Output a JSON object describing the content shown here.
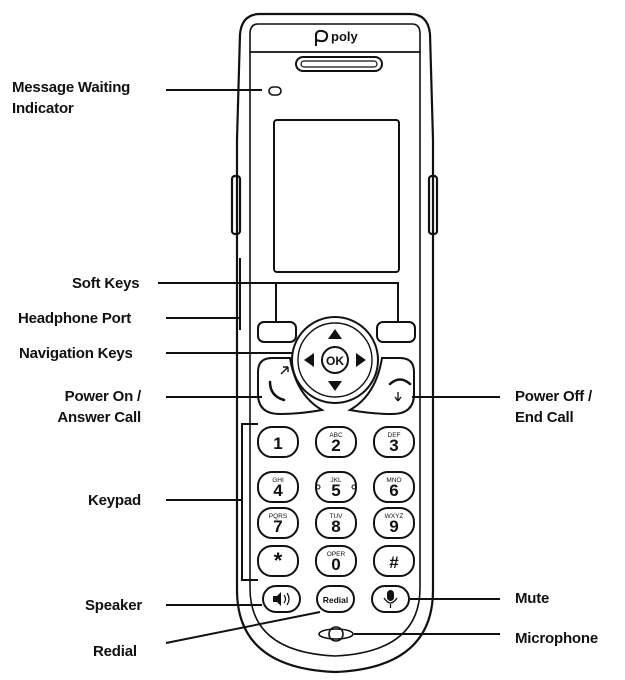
{
  "brand": {
    "name": "poly"
  },
  "callouts": {
    "message_waiting": [
      "Message Waiting",
      "Indicator"
    ],
    "soft_keys": [
      "Soft Keys"
    ],
    "headphone_port": [
      "Headphone Port"
    ],
    "navigation_keys": [
      "Navigation Keys"
    ],
    "power_on": [
      "Power On /",
      "Answer Call"
    ],
    "power_off": [
      "Power Off /",
      "End Call"
    ],
    "keypad": [
      "Keypad"
    ],
    "speaker": [
      "Speaker"
    ],
    "redial": [
      "Redial"
    ],
    "mute": [
      "Mute"
    ],
    "microphone": [
      "Microphone"
    ]
  },
  "nav": {
    "ok_label": "OK"
  },
  "keypad_keys": [
    {
      "digit": "1",
      "letters": ""
    },
    {
      "digit": "2",
      "letters": "ABC"
    },
    {
      "digit": "3",
      "letters": "DEF"
    },
    {
      "digit": "4",
      "letters": "GHI"
    },
    {
      "digit": "5",
      "letters": "JKL"
    },
    {
      "digit": "6",
      "letters": "MNO"
    },
    {
      "digit": "7",
      "letters": "PQRS"
    },
    {
      "digit": "8",
      "letters": "TUV"
    },
    {
      "digit": "9",
      "letters": "WXYZ"
    },
    {
      "digit": "*",
      "letters": ""
    },
    {
      "digit": "0",
      "letters": "OPER"
    },
    {
      "digit": "#",
      "letters": ""
    }
  ],
  "bottom_keys": {
    "redial_label": "Redial"
  },
  "colors": {
    "ink": "#111111",
    "background": "#ffffff"
  },
  "icons": [
    "poly-logo-icon",
    "speaker-icon",
    "mute-mic-icon",
    "answer-call-icon",
    "end-call-icon",
    "nav-arrow-icon",
    "microphone-icon"
  ]
}
